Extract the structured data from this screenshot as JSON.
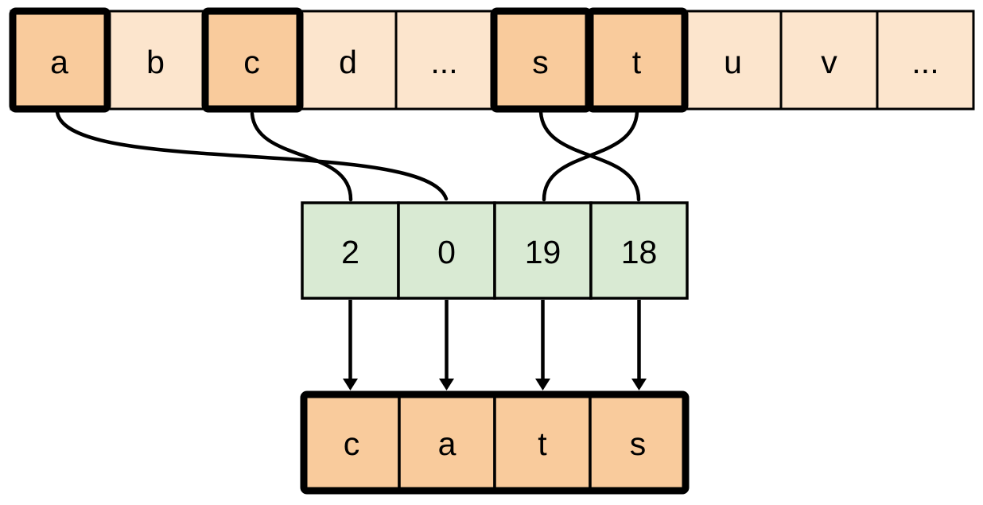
{
  "colors": {
    "background": "#FFFFFF",
    "cell_light": "#FCE5CD",
    "cell_highlight": "#F9CB9C",
    "index_cell": "#D9EAD3",
    "stroke": "#000000"
  },
  "alphabet_row": {
    "description": "character-vocabulary-array",
    "cells": [
      {
        "label": "a",
        "highlighted": true
      },
      {
        "label": "b",
        "highlighted": false
      },
      {
        "label": "c",
        "highlighted": true
      },
      {
        "label": "d",
        "highlighted": false
      },
      {
        "label": "...",
        "highlighted": false
      },
      {
        "label": "s",
        "highlighted": true
      },
      {
        "label": "t",
        "highlighted": true
      },
      {
        "label": "u",
        "highlighted": false
      },
      {
        "label": "v",
        "highlighted": false
      },
      {
        "label": "...",
        "highlighted": false
      }
    ]
  },
  "index_row": {
    "description": "token-index-array",
    "cells": [
      {
        "label": "2"
      },
      {
        "label": "0"
      },
      {
        "label": "19"
      },
      {
        "label": "18"
      }
    ]
  },
  "output_row": {
    "description": "decoded-word-array",
    "cells": [
      {
        "label": "c"
      },
      {
        "label": "a"
      },
      {
        "label": "t"
      },
      {
        "label": "s"
      }
    ]
  },
  "connections": [
    {
      "from_letter": "a",
      "to_index_value": "0"
    },
    {
      "from_letter": "c",
      "to_index_value": "2"
    },
    {
      "from_letter": "s",
      "to_index_value": "18"
    },
    {
      "from_letter": "t",
      "to_index_value": "19"
    }
  ]
}
